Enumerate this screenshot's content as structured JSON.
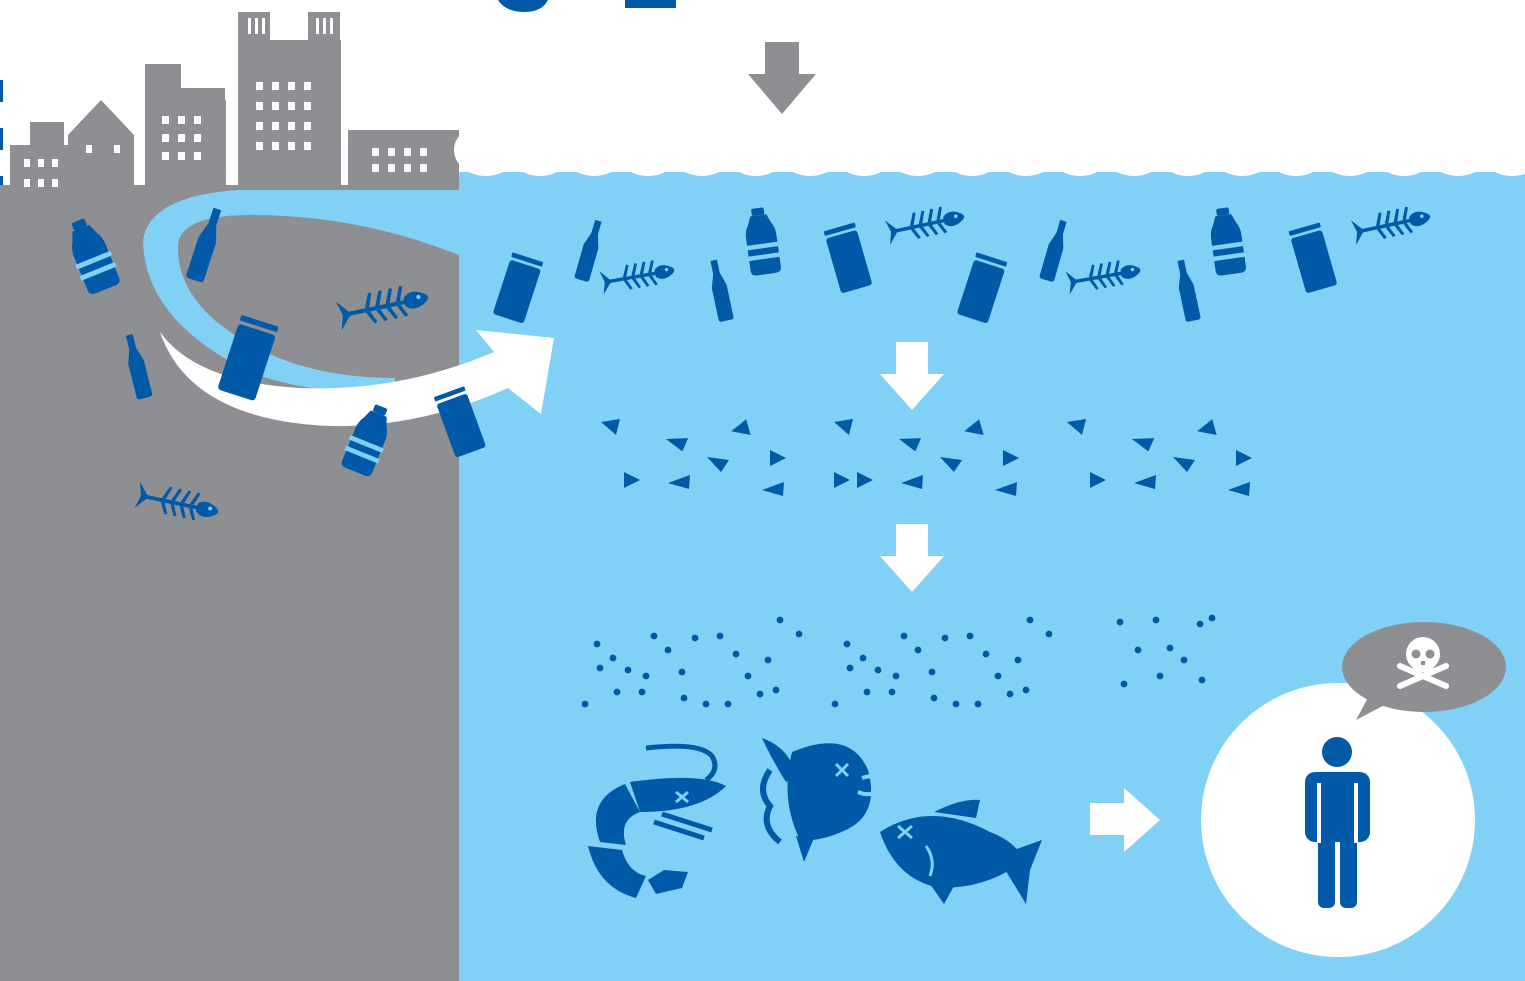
{
  "colors": {
    "background": "#ffffff",
    "land": "#8e8f93",
    "building": "#8e8f93",
    "sea": "#81d0f5",
    "debris": "#005aa8",
    "flow_river": "#81d0f5",
    "flow_arrow": "#ffffff",
    "step_arrow": "#ffffff",
    "top_arrow": "#8e8f93",
    "speech_bubble": "#8e8f93",
    "human_circle": "#ffffff",
    "human": "#005aa8",
    "warning_symbol": "#ffffff"
  },
  "icons": {
    "stage1": "floating-waste-icons",
    "stage2": "fragment-icons",
    "stage3": "microplastic-particle-icons",
    "stage4": "contaminated-sea-life-icons",
    "stage5": "human-icon",
    "warning": "skull-and-crossbones-icon"
  }
}
